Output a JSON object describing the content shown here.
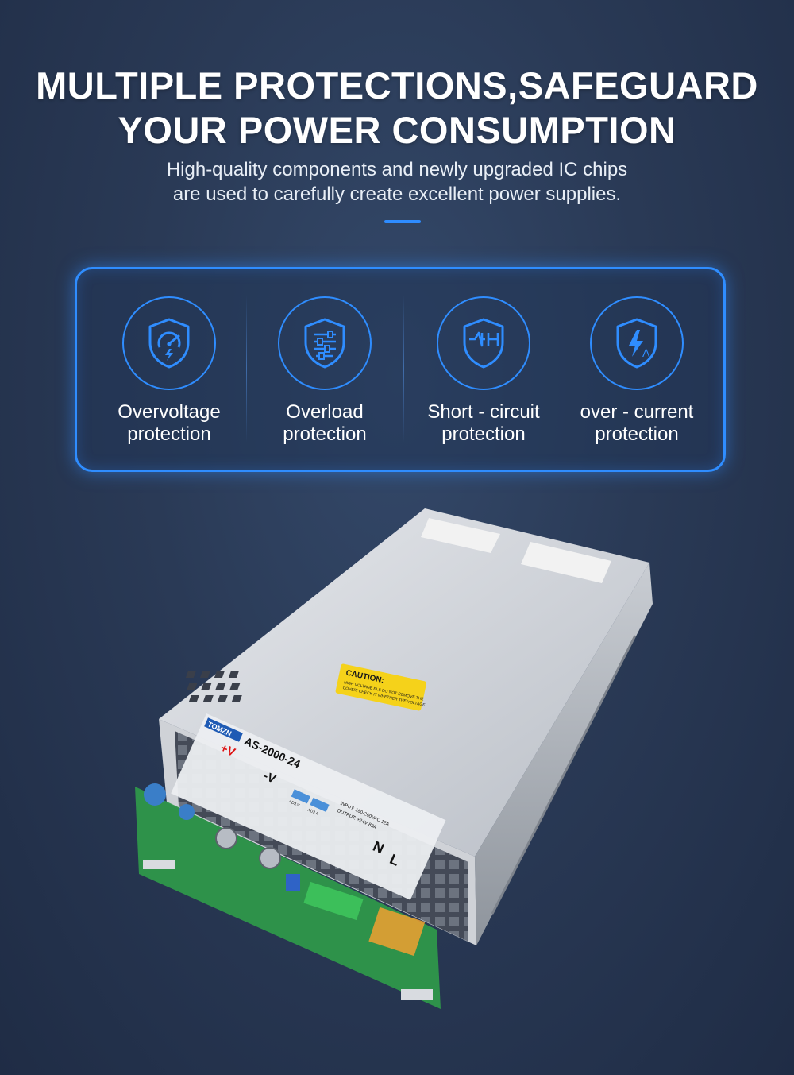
{
  "header": {
    "title_line1": "MULTIPLE PROTECTIONS,SAFEGUARD",
    "title_line2": "YOUR POWER CONSUMPTION",
    "subtitle_line1": "High-quality components and newly upgraded IC chips",
    "subtitle_line2": "are used to carefully create excellent power supplies."
  },
  "features": [
    {
      "line1": "Overvoltage",
      "line2": "protection",
      "icon": "overvoltage-shield-icon"
    },
    {
      "line1": "Overload",
      "line2": "protection",
      "icon": "overload-shield-icon"
    },
    {
      "line1": "Short - circuit",
      "line2": "protection",
      "icon": "short-circuit-shield-icon"
    },
    {
      "line1": "over - current",
      "line2": "protection",
      "icon": "over-current-shield-icon"
    }
  ],
  "product": {
    "brand": "TOMZN",
    "model": "AS-2000-24",
    "pos_terminal": "+V",
    "neg_terminal": "-V",
    "adj_v": "ADJ.V",
    "adj_a": "ADJ.A",
    "input_spec": "INPUT: 180-260VAC 12A",
    "output_spec": "OUTPUT: +24V 83A",
    "n_terminal": "N",
    "l_terminal": "L",
    "caution_title": "CAUTION:",
    "caution_text": "HIGH VOLTAGE PLS DO NOT REMOVE THE COVER! CHECK IT WHETHER THE VOLTAGE MATCHING BEFORE TURN ON THE POWER!"
  },
  "colors": {
    "accent": "#2f8dff",
    "background": "#2a3a56",
    "caution": "#f5d21a"
  }
}
